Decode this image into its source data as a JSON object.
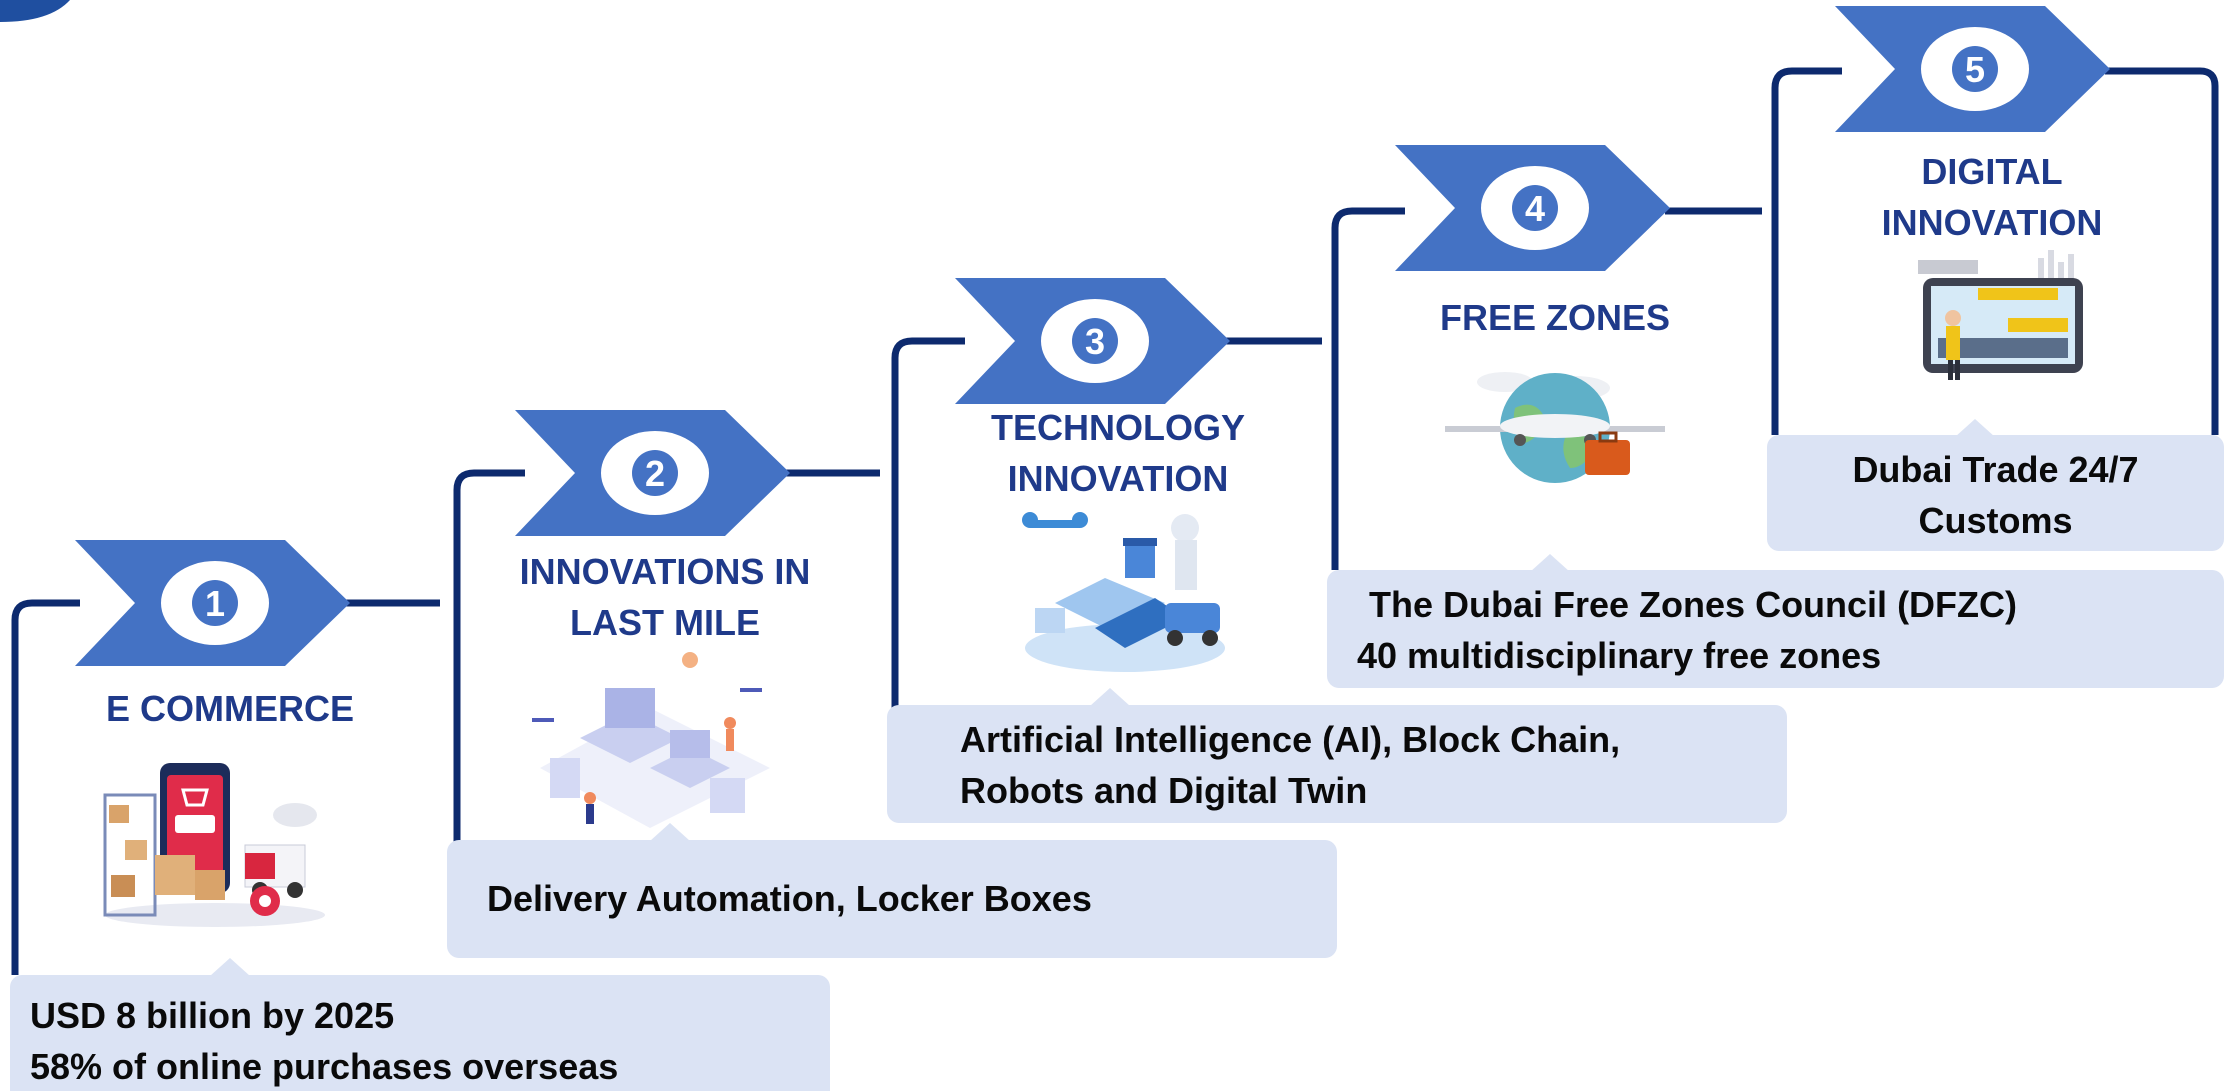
{
  "colors": {
    "chevron": "#4472c4",
    "connector": "#0d2a6e",
    "title": "#1f3a8a",
    "box": "#dbe3f4",
    "text": "#0a0a0a"
  },
  "steps": [
    {
      "number": "1",
      "title_lines": [
        "E COMMERCE"
      ],
      "icon": "ecommerce-phone-boxes-truck-icon",
      "detail_lines": [
        "USD 8 billion by 2025",
        "58% of online purchases overseas"
      ]
    },
    {
      "number": "2",
      "title_lines": [
        "INNOVATIONS IN",
        "LAST MILE"
      ],
      "icon": "isometric-city-drone-delivery-icon",
      "detail_lines": [
        "Delivery Automation, Locker Boxes"
      ]
    },
    {
      "number": "3",
      "title_lines": [
        "TECHNOLOGY",
        "INNOVATION"
      ],
      "icon": "robot-drone-laptop-icon",
      "detail_lines": [
        "Artificial Intelligence (AI), Block Chain,",
        "Robots and Digital Twin"
      ]
    },
    {
      "number": "4",
      "title_lines": [
        "FREE ZONES"
      ],
      "icon": "globe-airplane-briefcase-icon",
      "detail_lines": [
        "The Dubai Free Zones Council (DFZC)",
        "40 multidisciplinary free zones"
      ]
    },
    {
      "number": "5",
      "title_lines": [
        "DIGITAL",
        "INNOVATION"
      ],
      "icon": "digital-dashboard-port-icon",
      "detail_lines": [
        "Dubai Trade 24/7",
        "Customs"
      ]
    }
  ]
}
